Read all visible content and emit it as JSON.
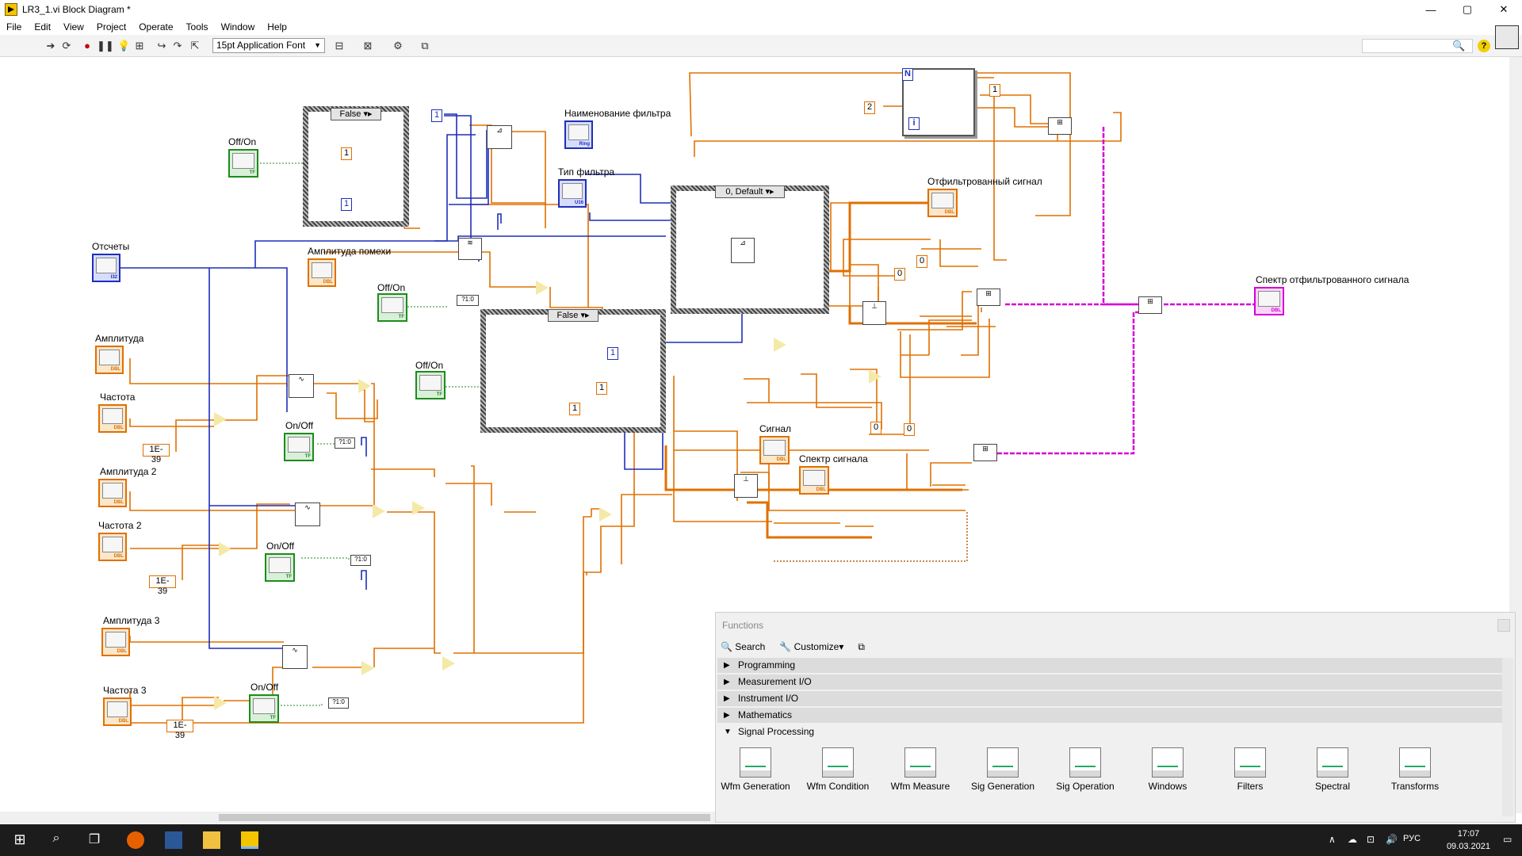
{
  "window": {
    "title": "LR3_1.vi Block Diagram *",
    "controls": {
      "minimize": "—",
      "maximize": "▢",
      "close": "✕"
    }
  },
  "menu": [
    "File",
    "Edit",
    "View",
    "Project",
    "Operate",
    "Tools",
    "Window",
    "Help"
  ],
  "toolbar": {
    "font": "15pt Application Font",
    "search_placeholder": "",
    "icons": [
      "run-arrow-icon",
      "run-continuously-icon",
      "abort-icon",
      "pause-icon",
      "highlight-execution-icon",
      "retain-wire-values-icon",
      "step-into-icon",
      "step-over-icon",
      "step-out-icon",
      "align-icon",
      "distribute-icon",
      "reorder-icon",
      "cleanup-icon",
      "search-icon",
      "help-icon"
    ]
  },
  "diagram": {
    "labels": {
      "off_on_1": "Off/On",
      "otschety": "Отсчеты",
      "amp_pomekhi": "Амплитуда помехи",
      "off_on_2": "Off/On",
      "off_on_3": "Off/On",
      "amplituda": "Амплитуда",
      "chastota": "Частота",
      "on_off_1": "On/Off",
      "amplituda2": "Амплитуда 2",
      "chastota2": "Частота 2",
      "on_off_2": "On/Off",
      "amplituda3": "Амплитуда 3",
      "chastota3": "Частота 3",
      "on_off_3": "On/Off",
      "naimenovanie": "Наименование фильтра",
      "tip_filtra": "Тип фильтра",
      "filtr_signal": "Отфильтрованный сигнал",
      "signal": "Сигнал",
      "spektr_signala": "Спектр сигнала",
      "spektr_filtr": "Спектр отфильтрованного сигнала"
    },
    "case_selectors": {
      "case1": "False",
      "case2": "False",
      "case3": "0, Default"
    },
    "constants": {
      "c1": "1",
      "c2": "1",
      "c3": "1",
      "c4": "1",
      "c5": "1",
      "c_loop_n": "2",
      "c_top_1": "1",
      "c_zero_1": "0",
      "c_zero_2": "0",
      "c_zero_3": "0",
      "c_zero_4": "0",
      "e1": "1E-39",
      "e2": "1E-39",
      "e3": "1E-39"
    },
    "terminal_tags": {
      "dbl": "DBL",
      "tf": "TF",
      "i32": "I32",
      "u16": "U16",
      "ring": "Ring"
    },
    "loop": {
      "count": "N",
      "index": "i"
    }
  },
  "functions_palette": {
    "title": "Functions",
    "search_label": "Search",
    "customize_label": "Customize",
    "categories": [
      {
        "label": "Programming",
        "expanded": false
      },
      {
        "label": "Measurement I/O",
        "expanded": false
      },
      {
        "label": "Instrument I/O",
        "expanded": false
      },
      {
        "label": "Mathematics",
        "expanded": false
      },
      {
        "label": "Signal Processing",
        "expanded": true
      }
    ],
    "items": [
      "Wfm Generation",
      "Wfm Condition",
      "Wfm Measure",
      "Sig Generation",
      "Sig Operation",
      "Windows",
      "Filters",
      "Spectral",
      "Transforms"
    ]
  },
  "taskbar": {
    "language": "РУС",
    "time": "17:07",
    "date": "09.03.2021"
  },
  "colors": {
    "orange_wire": "#e07000",
    "blue_wire": "#1f2fb8",
    "pink_wire": "#d600d6",
    "green_wire": "#1e8b1e"
  }
}
